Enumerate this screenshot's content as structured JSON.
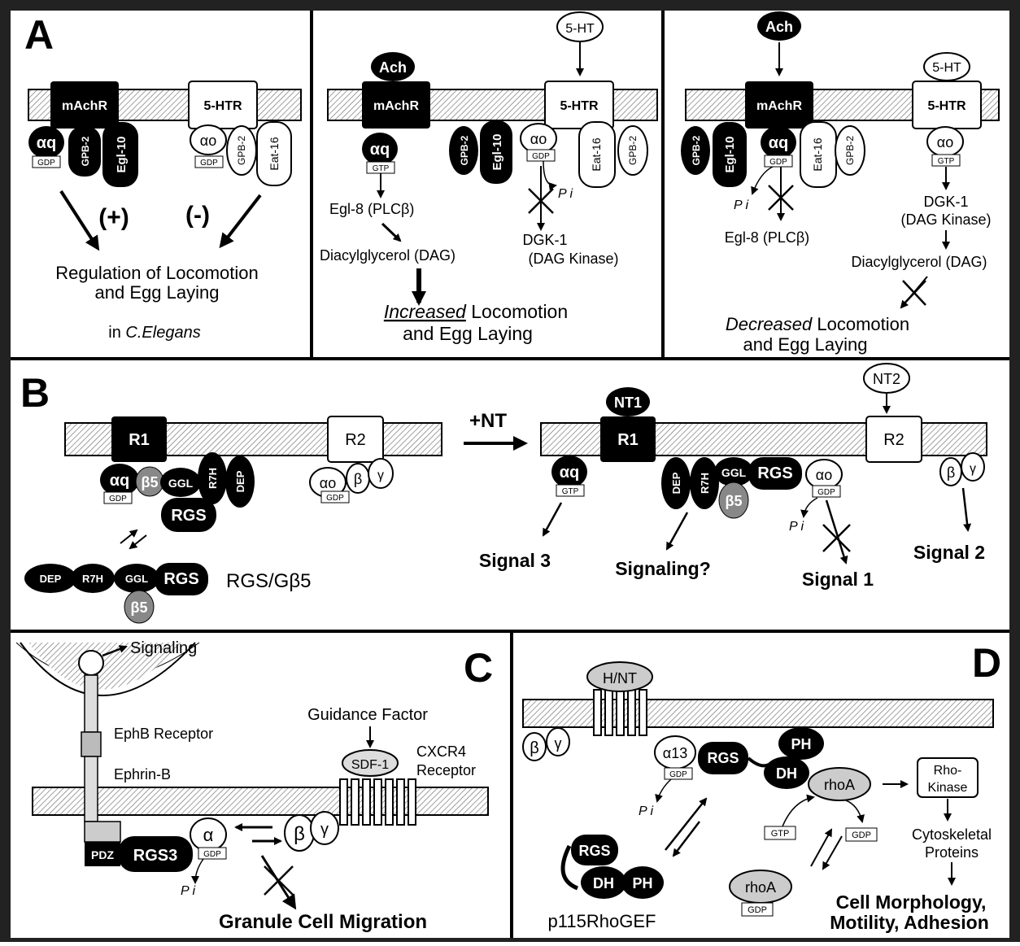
{
  "panelA": {
    "letter": "A",
    "sub1": {
      "receptor1": "mAchR",
      "receptor2": "5-HTR",
      "aq": "αq",
      "gdp1": "GDP",
      "gpb2a": "GPB-2",
      "egl10": "Egl-10",
      "ao": "αo",
      "gdp2": "GDP",
      "gpb2b": "GPB-2",
      "eat16": "Eat-16",
      "plus": "(+)",
      "minus": "(-)",
      "reg1": "Regulation of Locomotion",
      "reg2": "and Egg Laying",
      "reg3a": "in ",
      "reg3b": "C.Elegans"
    },
    "sub2": {
      "ach": "Ach",
      "ht": "5-HT",
      "receptor1": "mAchR",
      "receptor2": "5-HTR",
      "aq": "αq",
      "gtp": "GTP",
      "gpb2": "GPB-2",
      "egl10": "Egl-10",
      "ao": "αo",
      "gdp": "GDP",
      "eat16": "Eat-16",
      "gpb2b": "GPB-2",
      "pi": "P i",
      "egl8": "Egl-8 (PLCβ)",
      "dag": "Diacylglycerol (DAG)",
      "dgk1": "DGK-1",
      "dgk2": "(DAG Kinase)",
      "out1a": "Increased",
      "out1b": " Locomotion",
      "out2": "and Egg Laying"
    },
    "sub3": {
      "ach": "Ach",
      "ht": "5-HT",
      "receptor1": "mAchR",
      "receptor2": "5-HTR",
      "gpb2": "GPB-2",
      "egl10": "Egl-10",
      "aq": "αq",
      "gdp": "GDP",
      "eat16": "Eat-16",
      "gpb2b": "GPB-2",
      "ao": "αo",
      "gtp": "GTP",
      "pi": "P i",
      "egl8": "Egl-8 (PLCβ)",
      "dgk1": "DGK-1",
      "dgk2": "(DAG Kinase)",
      "dag": "Diacylglycerol (DAG)",
      "out1a": "Decreased",
      "out1b": " Locomotion",
      "out2": "and Egg Laying"
    }
  },
  "panelB": {
    "letter": "B",
    "r1": "R1",
    "r2": "R2",
    "aq": "αq",
    "gdp": "GDP",
    "b5": "β5",
    "ggl": "GGL",
    "r7h": "R7H",
    "dep": "DEP",
    "rgs": "RGS",
    "ao": "αo",
    "gdp2": "GDP",
    "beta": "β",
    "gamma": "γ",
    "complex": {
      "dep": "DEP",
      "r7h": "R7H",
      "ggl": "GGL",
      "rgs": "RGS",
      "b5": "β5"
    },
    "rgsgb5": "RGS/Gβ5",
    "plusnt": "+NT",
    "nt1": "NT1",
    "nt2": "NT2",
    "r1b": "R1",
    "r2b": "R2",
    "aq2": "αq",
    "gtp": "GTP",
    "dep2": "DEP",
    "r7h2": "R7H",
    "ggl2": "GGL",
    "rgs2": "RGS",
    "b52": "β5",
    "ao2": "αo",
    "gdp3": "GDP",
    "pi": "P i",
    "beta2": "β",
    "gamma2": "γ",
    "signal3": "Signal 3",
    "signaling": "Signaling?",
    "signal1": "Signal 1",
    "signal2": "Signal 2"
  },
  "panelC": {
    "letter": "C",
    "signaling": "Signaling",
    "ephb": "EphB  Receptor",
    "ephrin": "Ephrin-B",
    "guidance": "Guidance Factor",
    "sdf1": "SDF-1",
    "cxcr4a": "CXCR4",
    "cxcr4b": "Receptor",
    "pdz": "PDZ",
    "rgs3": "RGS3",
    "alpha": "α",
    "gdp": "GDP",
    "beta": "β",
    "gamma": "γ",
    "pi": "P i",
    "migration": "Granule Cell Migration"
  },
  "panelD": {
    "letter": "D",
    "hnt": "H/NT",
    "beta": "β",
    "gamma": "γ",
    "a13": "α13",
    "gdp": "GDP",
    "pi": "P i",
    "rgs": "RGS",
    "ph": "PH",
    "dh": "DH",
    "rhoa": "rhoA",
    "rhokinase1": "Rho-",
    "rhokinase2": "Kinase",
    "cyto1": "Cytoskeletal",
    "cyto2": "Proteins",
    "gtp": "GTP",
    "gdp2": "GDP",
    "rhoa2": "rhoA",
    "gdp3": "GDP",
    "rgs2": "RGS",
    "dh2": "DH",
    "ph2": "PH",
    "p115": "p115RhoGEF",
    "out1": "Cell Morphology,",
    "out2": "Motility, Adhesion"
  }
}
